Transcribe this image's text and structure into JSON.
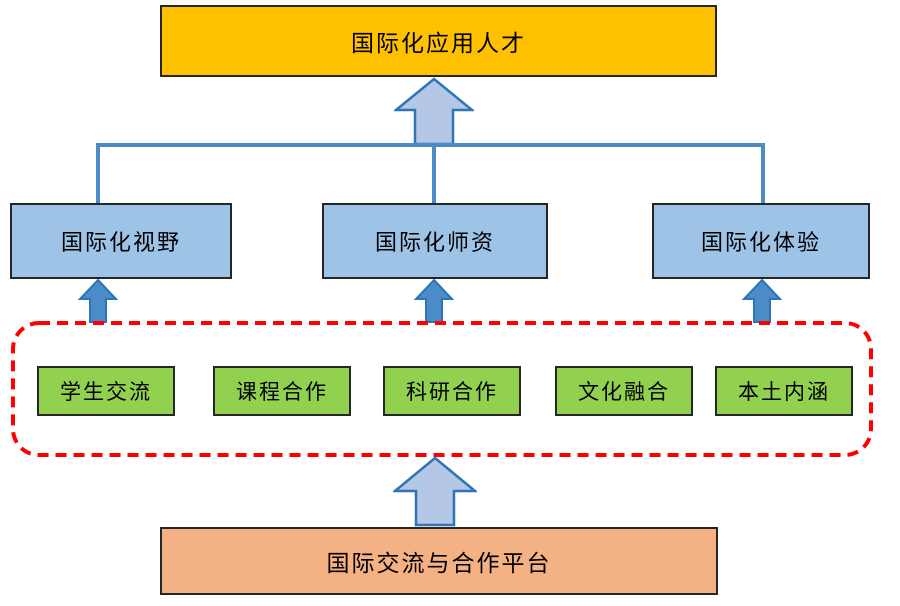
{
  "diagram": {
    "title_box": {
      "label": "国际化应用人才"
    },
    "pillar_boxes": [
      {
        "label": "国际化视野"
      },
      {
        "label": "国际化师资"
      },
      {
        "label": "国际化体验"
      }
    ],
    "activity_boxes": [
      {
        "label": "学生交流"
      },
      {
        "label": "课程合作"
      },
      {
        "label": "科研合作"
      },
      {
        "label": "文化融合"
      },
      {
        "label": "本土内涵"
      }
    ],
    "platform_box": {
      "label": "国际交流与合作平台"
    }
  },
  "colors": {
    "title_box_fill": "#FFC000",
    "pillar_box_fill": "#9DC3E6",
    "activity_box_fill": "#92D050",
    "platform_box_fill": "#F4B183",
    "dark_border": "#262626",
    "big_arrow_fill": "#B4C7E7",
    "big_arrow_stroke": "#2E75B6",
    "small_arrow_fill": "#4A8BC8",
    "small_arrow_stroke": "#2E75B6",
    "connector_color": "#4B8BC8",
    "dashed_frame_color": "#FF0000"
  }
}
